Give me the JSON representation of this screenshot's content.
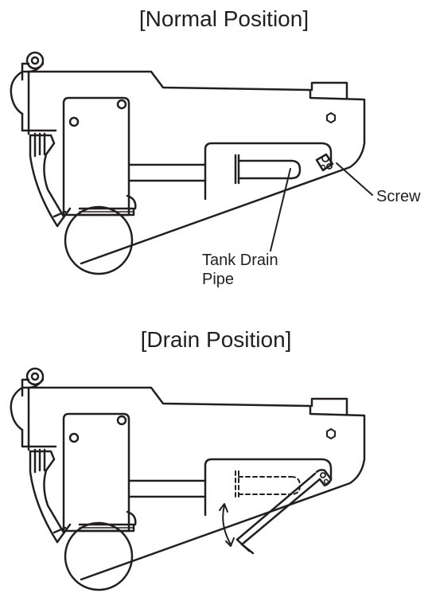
{
  "diagrams": {
    "normal": {
      "title": "[Normal Position]",
      "labels": {
        "screw": "Screw",
        "tank_drain_pipe_line1": "Tank Drain",
        "tank_drain_pipe_line2": "Pipe"
      }
    },
    "drain": {
      "title": "[Drain Position]"
    }
  },
  "colors": {
    "line": "#231f20",
    "background": "#ffffff"
  }
}
